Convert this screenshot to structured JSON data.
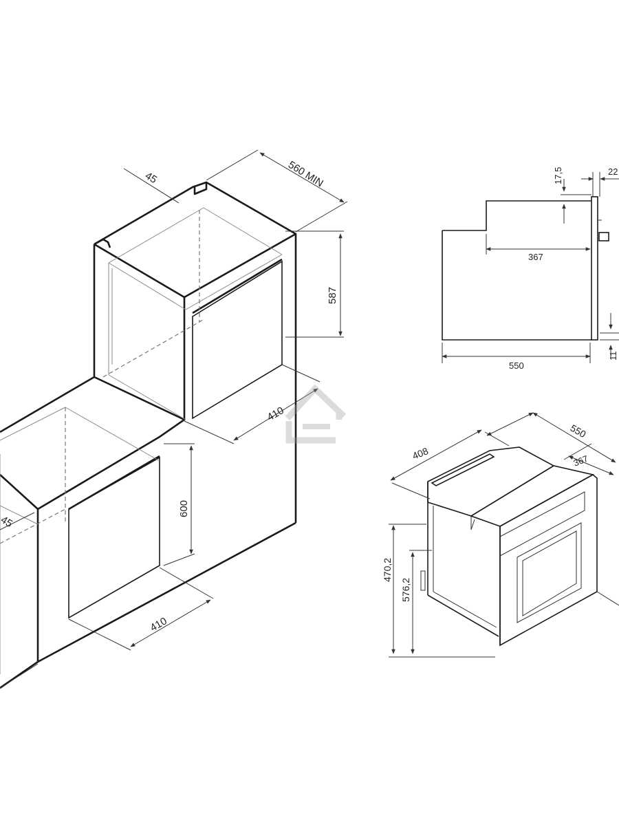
{
  "cabinet_dimensions": {
    "top_depth_offset": "45",
    "cabinet_depth": "560 MIN",
    "top_cavity_height": "587",
    "top_cavity_width": "410",
    "bottom_cavity_height": "600",
    "bottom_cavity_width": "410",
    "bottom_depth_offset": "45"
  },
  "side_view": {
    "top_thickness": "17,5",
    "front_offset": "22",
    "body_depth_upper": "367",
    "body_depth_total": "550",
    "bottom_offset": "11"
  },
  "iso_view": {
    "width": "408",
    "depth": "550",
    "depth_upper": "367",
    "height_body": "470,2",
    "height_total": "576,2"
  }
}
